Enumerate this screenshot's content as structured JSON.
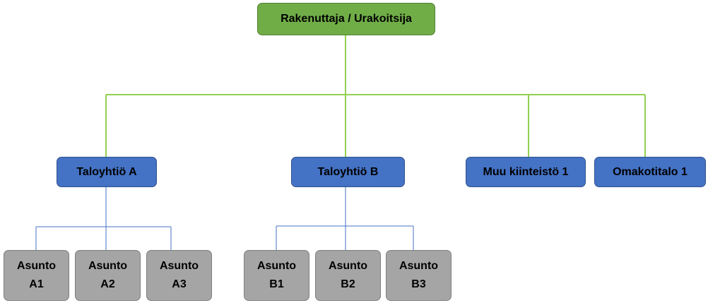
{
  "root": {
    "label": "Rakenuttaja / Urakoitsija"
  },
  "buildings": [
    {
      "label": "Taloyhtiö A",
      "units": [
        "Asunto\nA1",
        "Asunto\nA2",
        "Asunto\nA3"
      ]
    },
    {
      "label": "Taloyhtiö B",
      "units": [
        "Asunto\nB1",
        "Asunto\nB2",
        "Asunto\nB3"
      ]
    },
    {
      "label": "Muu kiinteistö 1",
      "units": []
    },
    {
      "label": "Omakotitalo 1",
      "units": []
    }
  ],
  "colors": {
    "root_fill": "#70ad47",
    "building_fill": "#4472c4",
    "unit_fill": "#a5a5a5",
    "root_connector": "#92d050",
    "unit_connector": "#4472c4"
  }
}
